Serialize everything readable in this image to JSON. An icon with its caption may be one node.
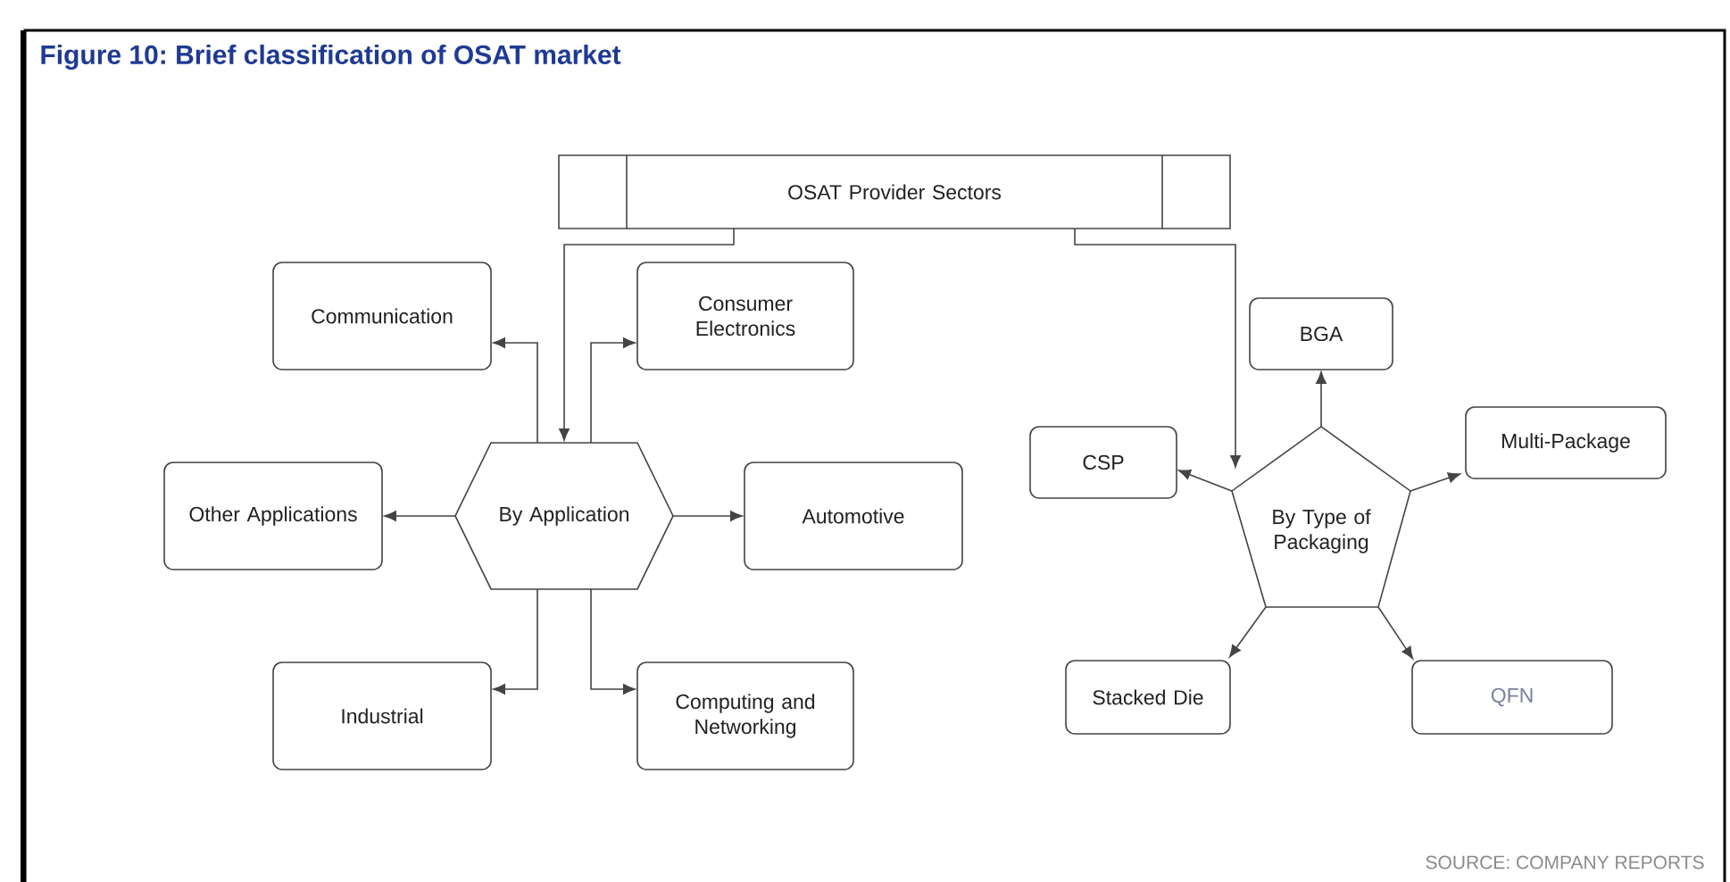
{
  "diagram": {
    "title": "Figure 10: Brief classification of OSAT market",
    "nodes": [
      {
        "text": [
          "OSAT Provider Sectors"
        ]
      },
      {
        "text": [
          "By Application"
        ]
      },
      {
        "text": [
          "Communication"
        ]
      },
      {
        "text": [
          "Consumer Electronics"
        ]
      },
      {
        "text": [
          "Other Applications"
        ]
      },
      {
        "text": [
          "Automotive"
        ]
      },
      {
        "text": [
          "Industrial"
        ]
      },
      {
        "text": [
          "Computing and Networking"
        ]
      },
      {
        "text": [
          "By Type of Packaging"
        ]
      },
      {
        "text": [
          "BGA"
        ]
      },
      {
        "text": [
          "CSP"
        ]
      },
      {
        "text": [
          "Multi-Package"
        ]
      },
      {
        "text": [
          "Stacked Die"
        ]
      },
      {
        "text": [
          "QFN"
        ]
      }
    ],
    "edges": [
      {
        "from": 0,
        "to": 1,
        "arrow": "to"
      },
      {
        "from": 0,
        "to": 8,
        "arrow": "to"
      },
      {
        "from": 1,
        "to": 2,
        "arrow": "to"
      },
      {
        "from": 1,
        "to": 3,
        "arrow": "to"
      },
      {
        "from": 1,
        "to": 4,
        "arrow": "to"
      },
      {
        "from": 1,
        "to": 5,
        "arrow": "to"
      },
      {
        "from": 1,
        "to": 6,
        "arrow": "to"
      },
      {
        "from": 1,
        "to": 7,
        "arrow": "to"
      },
      {
        "from": 8,
        "to": 9,
        "arrow": "to"
      },
      {
        "from": 8,
        "to": 10,
        "arrow": "to"
      },
      {
        "from": 8,
        "to": 11,
        "arrow": "to"
      },
      {
        "from": 8,
        "to": 12,
        "arrow": "to"
      },
      {
        "from": 8,
        "to": 13,
        "arrow": "to"
      }
    ],
    "labels": [
      "SOURCE: COMPANY REPORTS"
    ]
  }
}
